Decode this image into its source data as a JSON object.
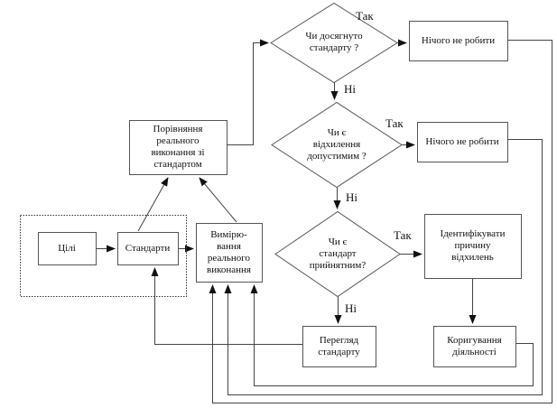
{
  "nodes": {
    "cili": "Цілі",
    "standarty": "Стандарти",
    "vymiruvannia": "Вимірю-\nвання\nреального\nвиконання",
    "porivniannia": "Порівняння\nреального\nвиконання зі\nстандартом",
    "nichoho_top": "Нічого не робити",
    "nichoho_mid": "Нічого не робити",
    "identyfikuvaty": "Ідентифікувати\nпричину\nвідхилень",
    "perehliad": "Перегляд\nстандарту",
    "koryhuvannia": "Коригування\nдіяльності",
    "decision_1": "Чи досягнуто\nстандарту ?",
    "decision_2": "Чи є\nвідхилення\nдопустимим ?",
    "decision_3": "Чи є\nстандарт\nприйнятним?"
  },
  "edge_labels": {
    "tak_1": "Так",
    "ni_1": "Ні",
    "tak_2": "Так",
    "ni_2": "Ні",
    "tak_3": "Так",
    "ni_3": "Ні"
  },
  "colors": {
    "line": "#444444",
    "arrowhead": "#111111",
    "box_fill": "#ffffff",
    "text": "#111111"
  }
}
